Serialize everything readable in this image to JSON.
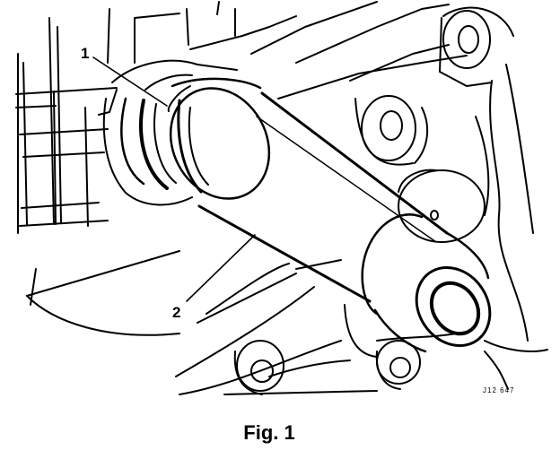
{
  "figure": {
    "callouts": [
      {
        "label": "1"
      },
      {
        "label": "2"
      }
    ],
    "reference_code": "J12 647",
    "caption": "Fig. 1"
  }
}
